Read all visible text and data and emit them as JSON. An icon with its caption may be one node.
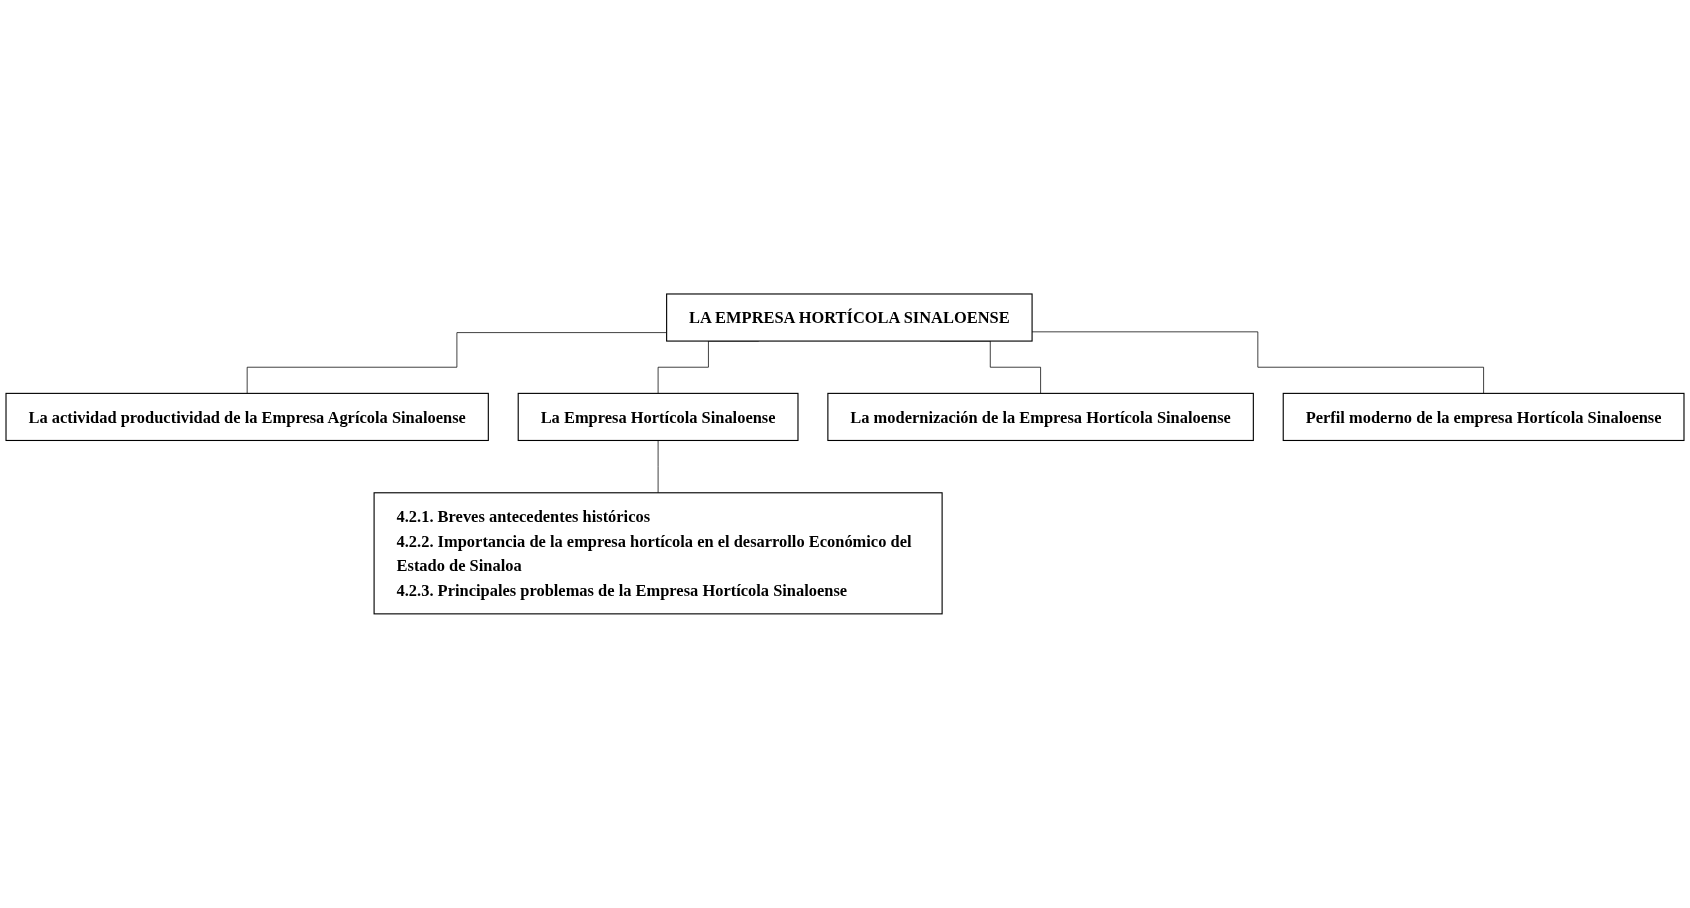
{
  "diagram": {
    "nodes": [
      {
        "text": [
          "LA EMPRESA HORTÍCOLA SINALOENSE"
        ]
      },
      {
        "text": [
          "La actividad productividad de la Empresa Agrícola Sinaloense"
        ]
      },
      {
        "text": [
          "La Empresa Hortícola Sinaloense"
        ]
      },
      {
        "text": [
          "La modernización de la Empresa Hortícola Sinaloense"
        ]
      },
      {
        "text": [
          "Perfil moderno de la empresa Hortícola Sinaloense"
        ]
      },
      {
        "text": [
          "4.2.1. Breves antecedentes históricos",
          "4.2.2. Importancia de la empresa hortícola en el desarrollo Económico del Estado de Sinaloa",
          "4.2.3. Principales problemas de la Empresa Hortícola Sinaloense"
        ]
      }
    ],
    "edges": [
      {
        "from": 0,
        "to": 1,
        "arrow": "none"
      },
      {
        "from": 0,
        "to": 2,
        "arrow": "none"
      },
      {
        "from": 0,
        "to": 3,
        "arrow": "none"
      },
      {
        "from": 0,
        "to": 4,
        "arrow": "none"
      },
      {
        "from": 2,
        "to": 5,
        "arrow": "none"
      }
    ]
  }
}
